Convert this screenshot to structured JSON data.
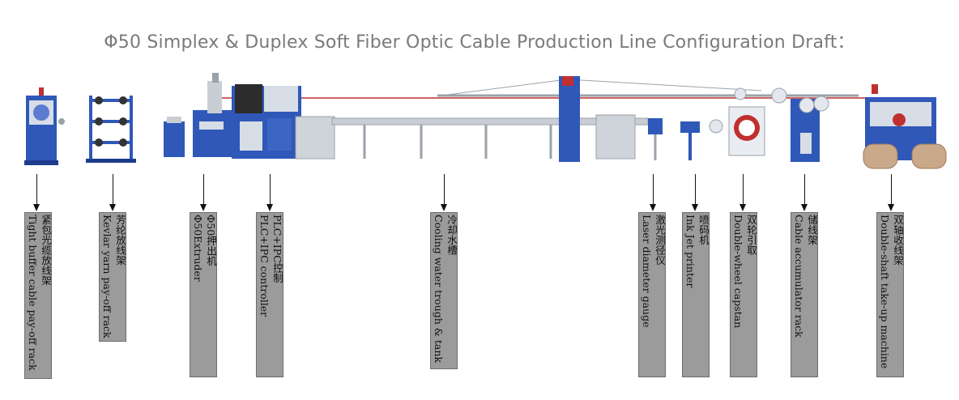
{
  "title": "Φ50 Simplex & Duplex Soft Fiber Optic Cable Production Line Configuration Draft：",
  "colors": {
    "machine_blue": "#2f58b8",
    "frame_gray": "#b8c0c8",
    "label_fill": "#9b9b9b",
    "cable_red": "#c03030"
  },
  "stations": [
    {
      "cn": "紧包光缆放线架",
      "en": "Tight buffer cable pay-off rack",
      "icon": "pay-off-rack-icon"
    },
    {
      "cn": "芳纶放线架",
      "en": "Kevlar yarn pay-off rack",
      "icon": "kevlar-rack-icon"
    },
    {
      "cn": "Φ50押出机",
      "en": "Φ50Extruder",
      "icon": "extruder-icon"
    },
    {
      "cn": "PLC+IPC控制",
      "en": "PLC+IPC controller",
      "icon": "controller-icon"
    },
    {
      "cn": "冷却水槽",
      "en": "Cooling water trough & tank",
      "icon": "water-trough-icon"
    },
    {
      "cn": "激光测径仪",
      "en": "Laser diameter gauge",
      "icon": "laser-gauge-icon"
    },
    {
      "cn": "喷码机",
      "en": "Ink Jet printer",
      "icon": "ink-jet-icon"
    },
    {
      "cn": "双轮引取",
      "en": "Double-wheel capstan",
      "icon": "capstan-icon"
    },
    {
      "cn": "储线架",
      "en": "Cable accumulator rack",
      "icon": "accumulator-icon"
    },
    {
      "cn": "双轴收线架",
      "en": "Double-shaft take-up machine",
      "icon": "take-up-icon"
    }
  ]
}
